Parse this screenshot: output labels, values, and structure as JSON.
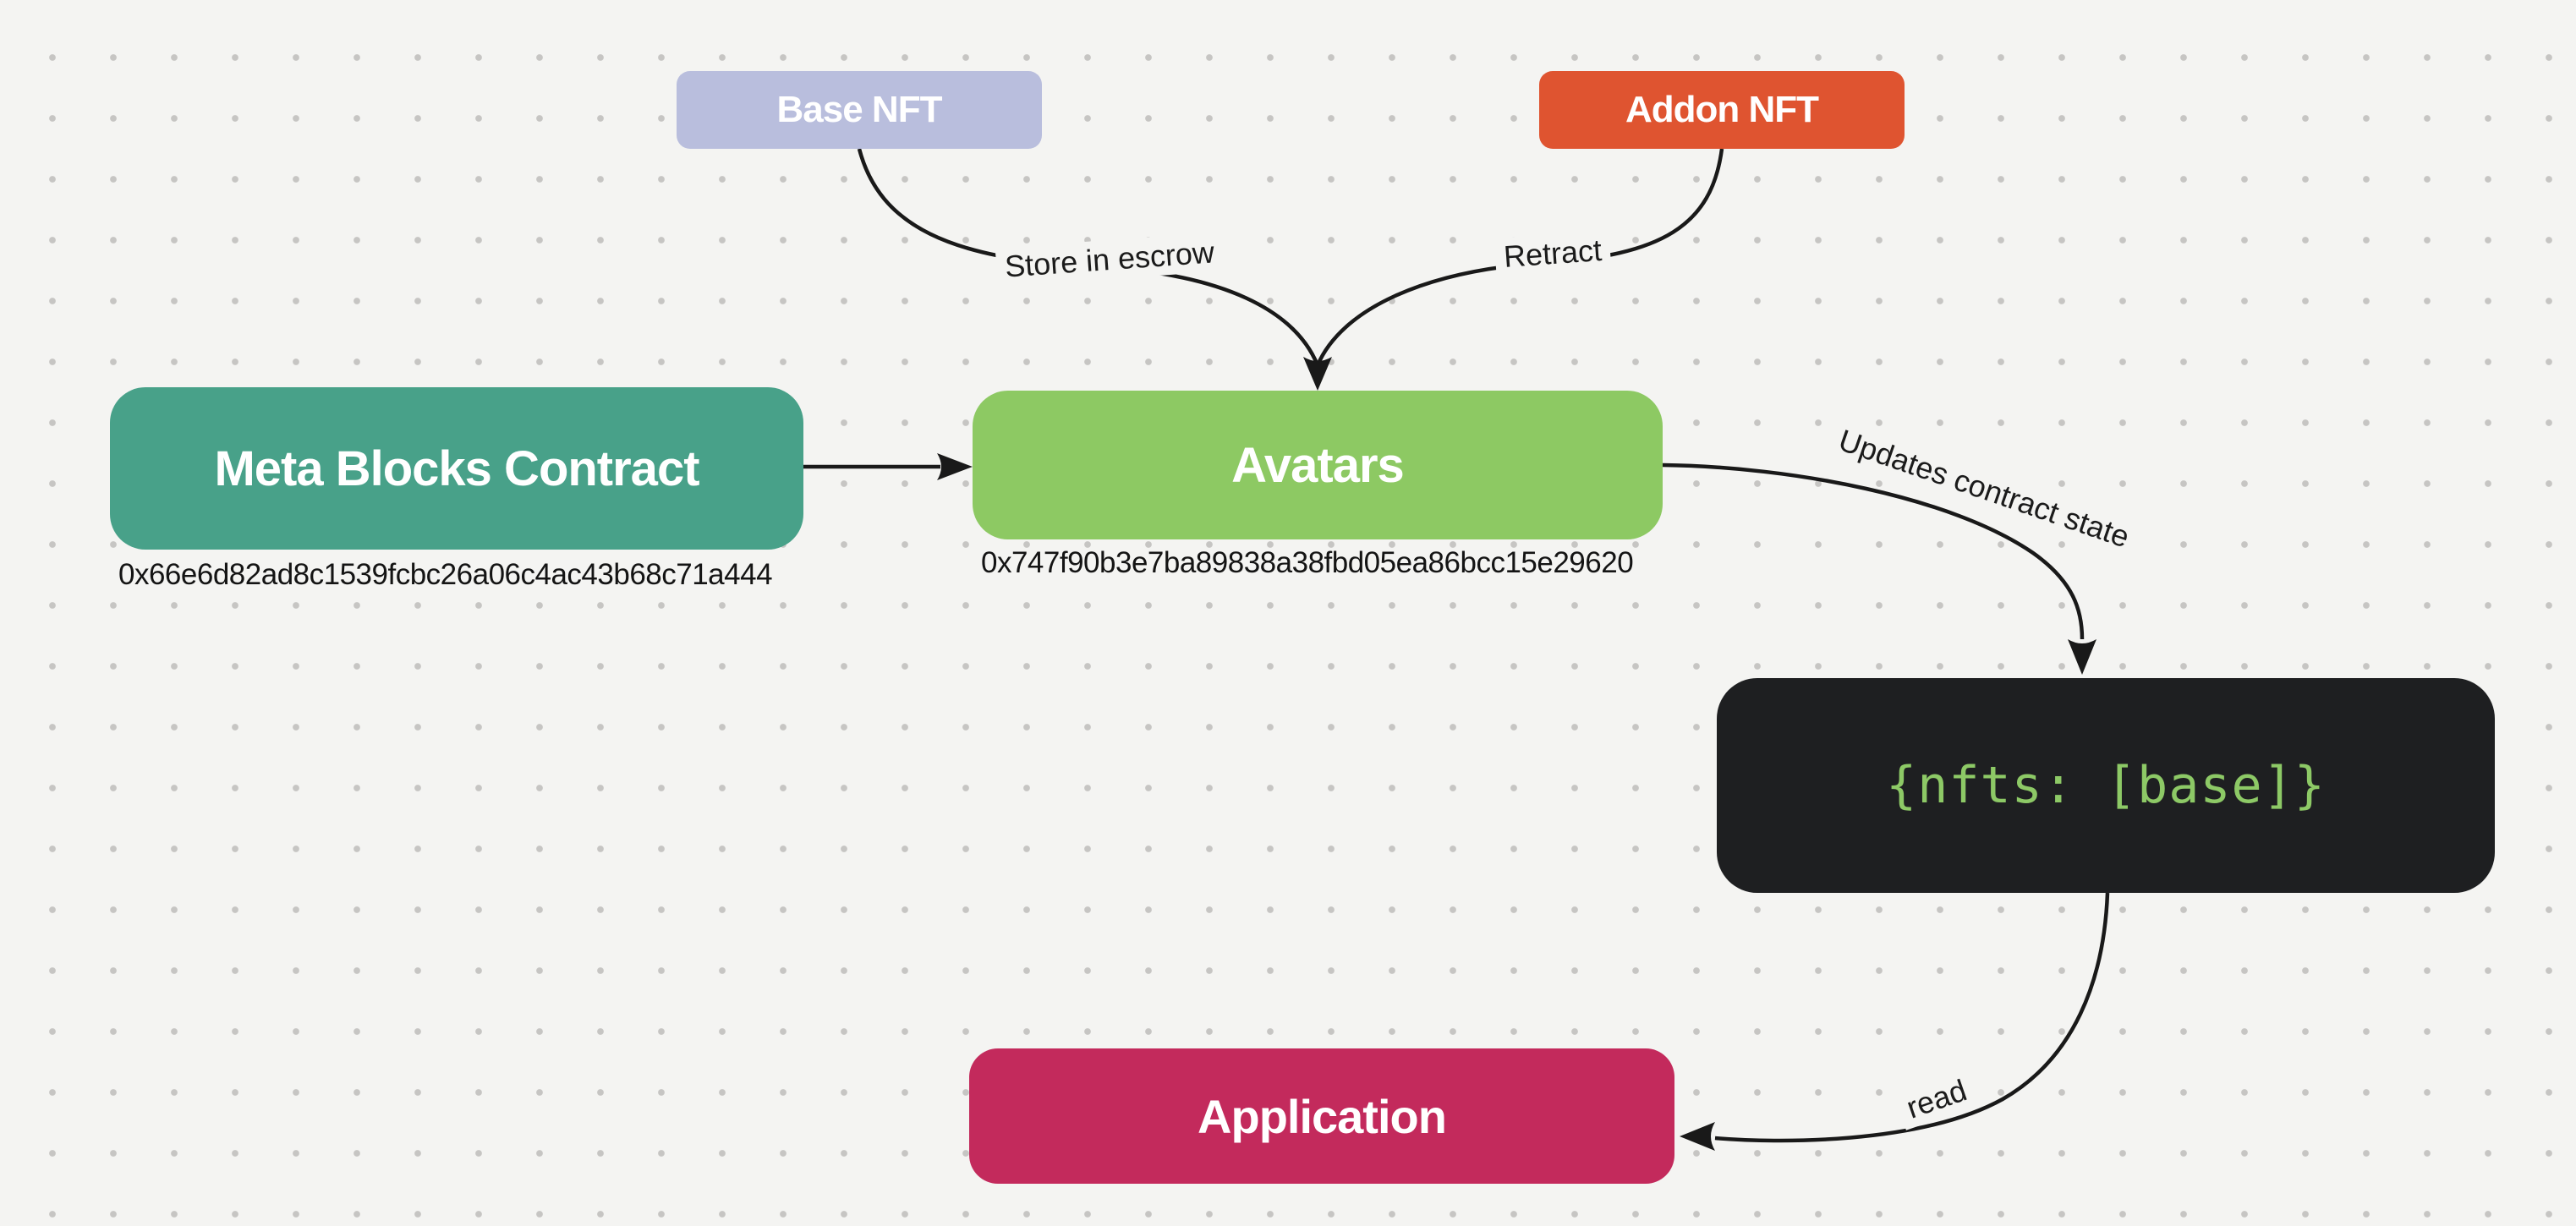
{
  "colors": {
    "background": "#f4f4f2",
    "dot": "#c6c5c3",
    "edge": "#191919",
    "edge_label_text": "#1b1b1b",
    "address_text": "#141414"
  },
  "diagram": {
    "nodes": [
      {
        "id": "base-nft",
        "label": "Base NFT",
        "color": "#b9bedd",
        "text_color": "#ffffff"
      },
      {
        "id": "addon-nft",
        "label": "Addon NFT",
        "color": "#df5430",
        "text_color": "#ffffff"
      },
      {
        "id": "meta-blocks-contract",
        "label": "Meta Blocks Contract",
        "color": "#48a189",
        "text_color": "#ffffff",
        "address": "0x66e6d82ad8c1539fcbc26a06c4ac43b68c71a444"
      },
      {
        "id": "avatars",
        "label": "Avatars",
        "color": "#8dc963",
        "text_color": "#ffffff",
        "address": "0x747f90b3e7ba89838a38fbd05ea86bcc15e29620"
      },
      {
        "id": "contract-state",
        "label": "{nfts: [base]}",
        "color": "#1e1f21",
        "text_color": "#8dc966"
      },
      {
        "id": "application",
        "label": "Application",
        "color": "#c32a5c",
        "text_color": "#ffffff"
      }
    ],
    "edges": [
      {
        "from": "base-nft",
        "to": "avatars",
        "label": "Store in escrow"
      },
      {
        "from": "addon-nft",
        "to": "avatars",
        "label": "Retract"
      },
      {
        "from": "meta-blocks-contract",
        "to": "avatars",
        "label": ""
      },
      {
        "from": "avatars",
        "to": "contract-state",
        "label": "Updates contract state"
      },
      {
        "from": "contract-state",
        "to": "application",
        "label": "read"
      }
    ]
  }
}
